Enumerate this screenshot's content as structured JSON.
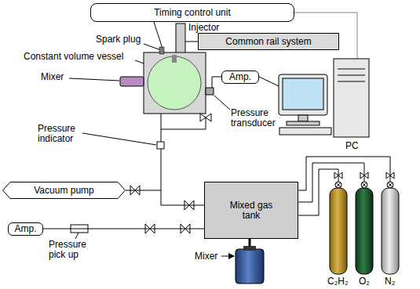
{
  "diagram": {
    "nodes": [
      {
        "text": [
          "Timing control unit"
        ]
      },
      {
        "text": [
          "Common rail system"
        ]
      },
      {
        "text": [
          "Amp."
        ]
      },
      {
        "text": [
          "Vacuum pump"
        ]
      },
      {
        "text": [
          "Mixed gas tank"
        ]
      },
      {
        "text": [
          "Amp."
        ]
      }
    ],
    "edges": [
      {
        "from": 3,
        "to": 4,
        "arrow": "none"
      },
      {
        "from": 5,
        "to": 4,
        "arrow": "none"
      }
    ],
    "labels": [
      "Injector",
      "Spark plug",
      "Constant volume vessel",
      "Mixer",
      "Pressure transducer",
      "PC",
      "Pressure indicator",
      "Pressure pick up",
      "Mixer",
      "C₂H₂",
      "O₂",
      "N₂"
    ]
  }
}
